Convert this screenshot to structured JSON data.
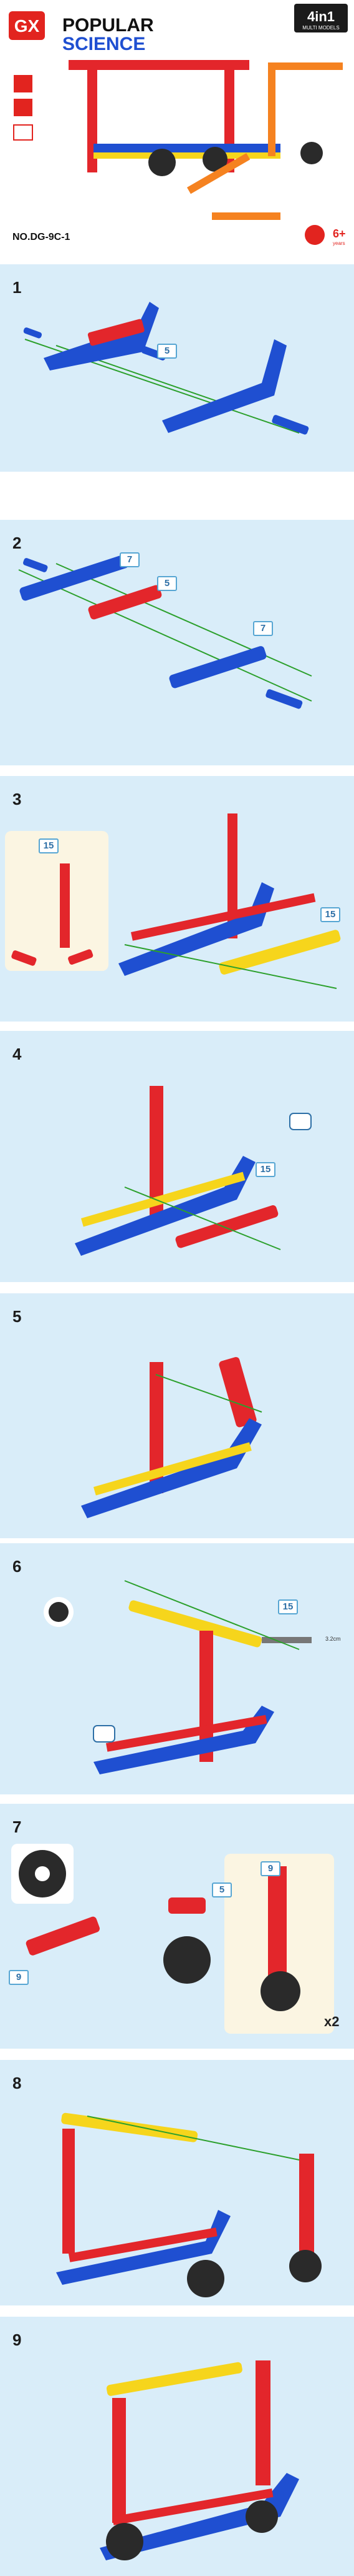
{
  "cover": {
    "brand_logo": "GX",
    "title_line1": "POPULAR",
    "title_line2": "SCIENCE",
    "model_number": "NO.DG-9C-1",
    "set_label": "4in1",
    "set_sublabel": "MULTI MODELS",
    "age_label": "6+",
    "age_sublabel": "years"
  },
  "steps": [
    {
      "number": "1",
      "badges": [
        "5"
      ]
    },
    {
      "number": "2",
      "badges": [
        "7",
        "5",
        "7"
      ]
    },
    {
      "number": "3",
      "badges": [
        "15",
        "15"
      ]
    },
    {
      "number": "4",
      "badges": [
        "15"
      ]
    },
    {
      "number": "5",
      "badges": []
    },
    {
      "number": "6",
      "badges": [
        "15"
      ],
      "measure_label": "3.2cm"
    },
    {
      "number": "7",
      "badges": [
        "5",
        "9",
        "9"
      ],
      "multiplier": "x2"
    },
    {
      "number": "8",
      "badges": []
    },
    {
      "number": "9",
      "badges": []
    }
  ],
  "colors": {
    "background": "#d9edf9",
    "brick_red": "#e3262b",
    "brick_blue": "#1f4fd1",
    "brick_yellow": "#f6d51c",
    "brick_dark": "#2a2a2a",
    "guide_line": "#2ca02c",
    "brand_red": "#e2241f"
  }
}
